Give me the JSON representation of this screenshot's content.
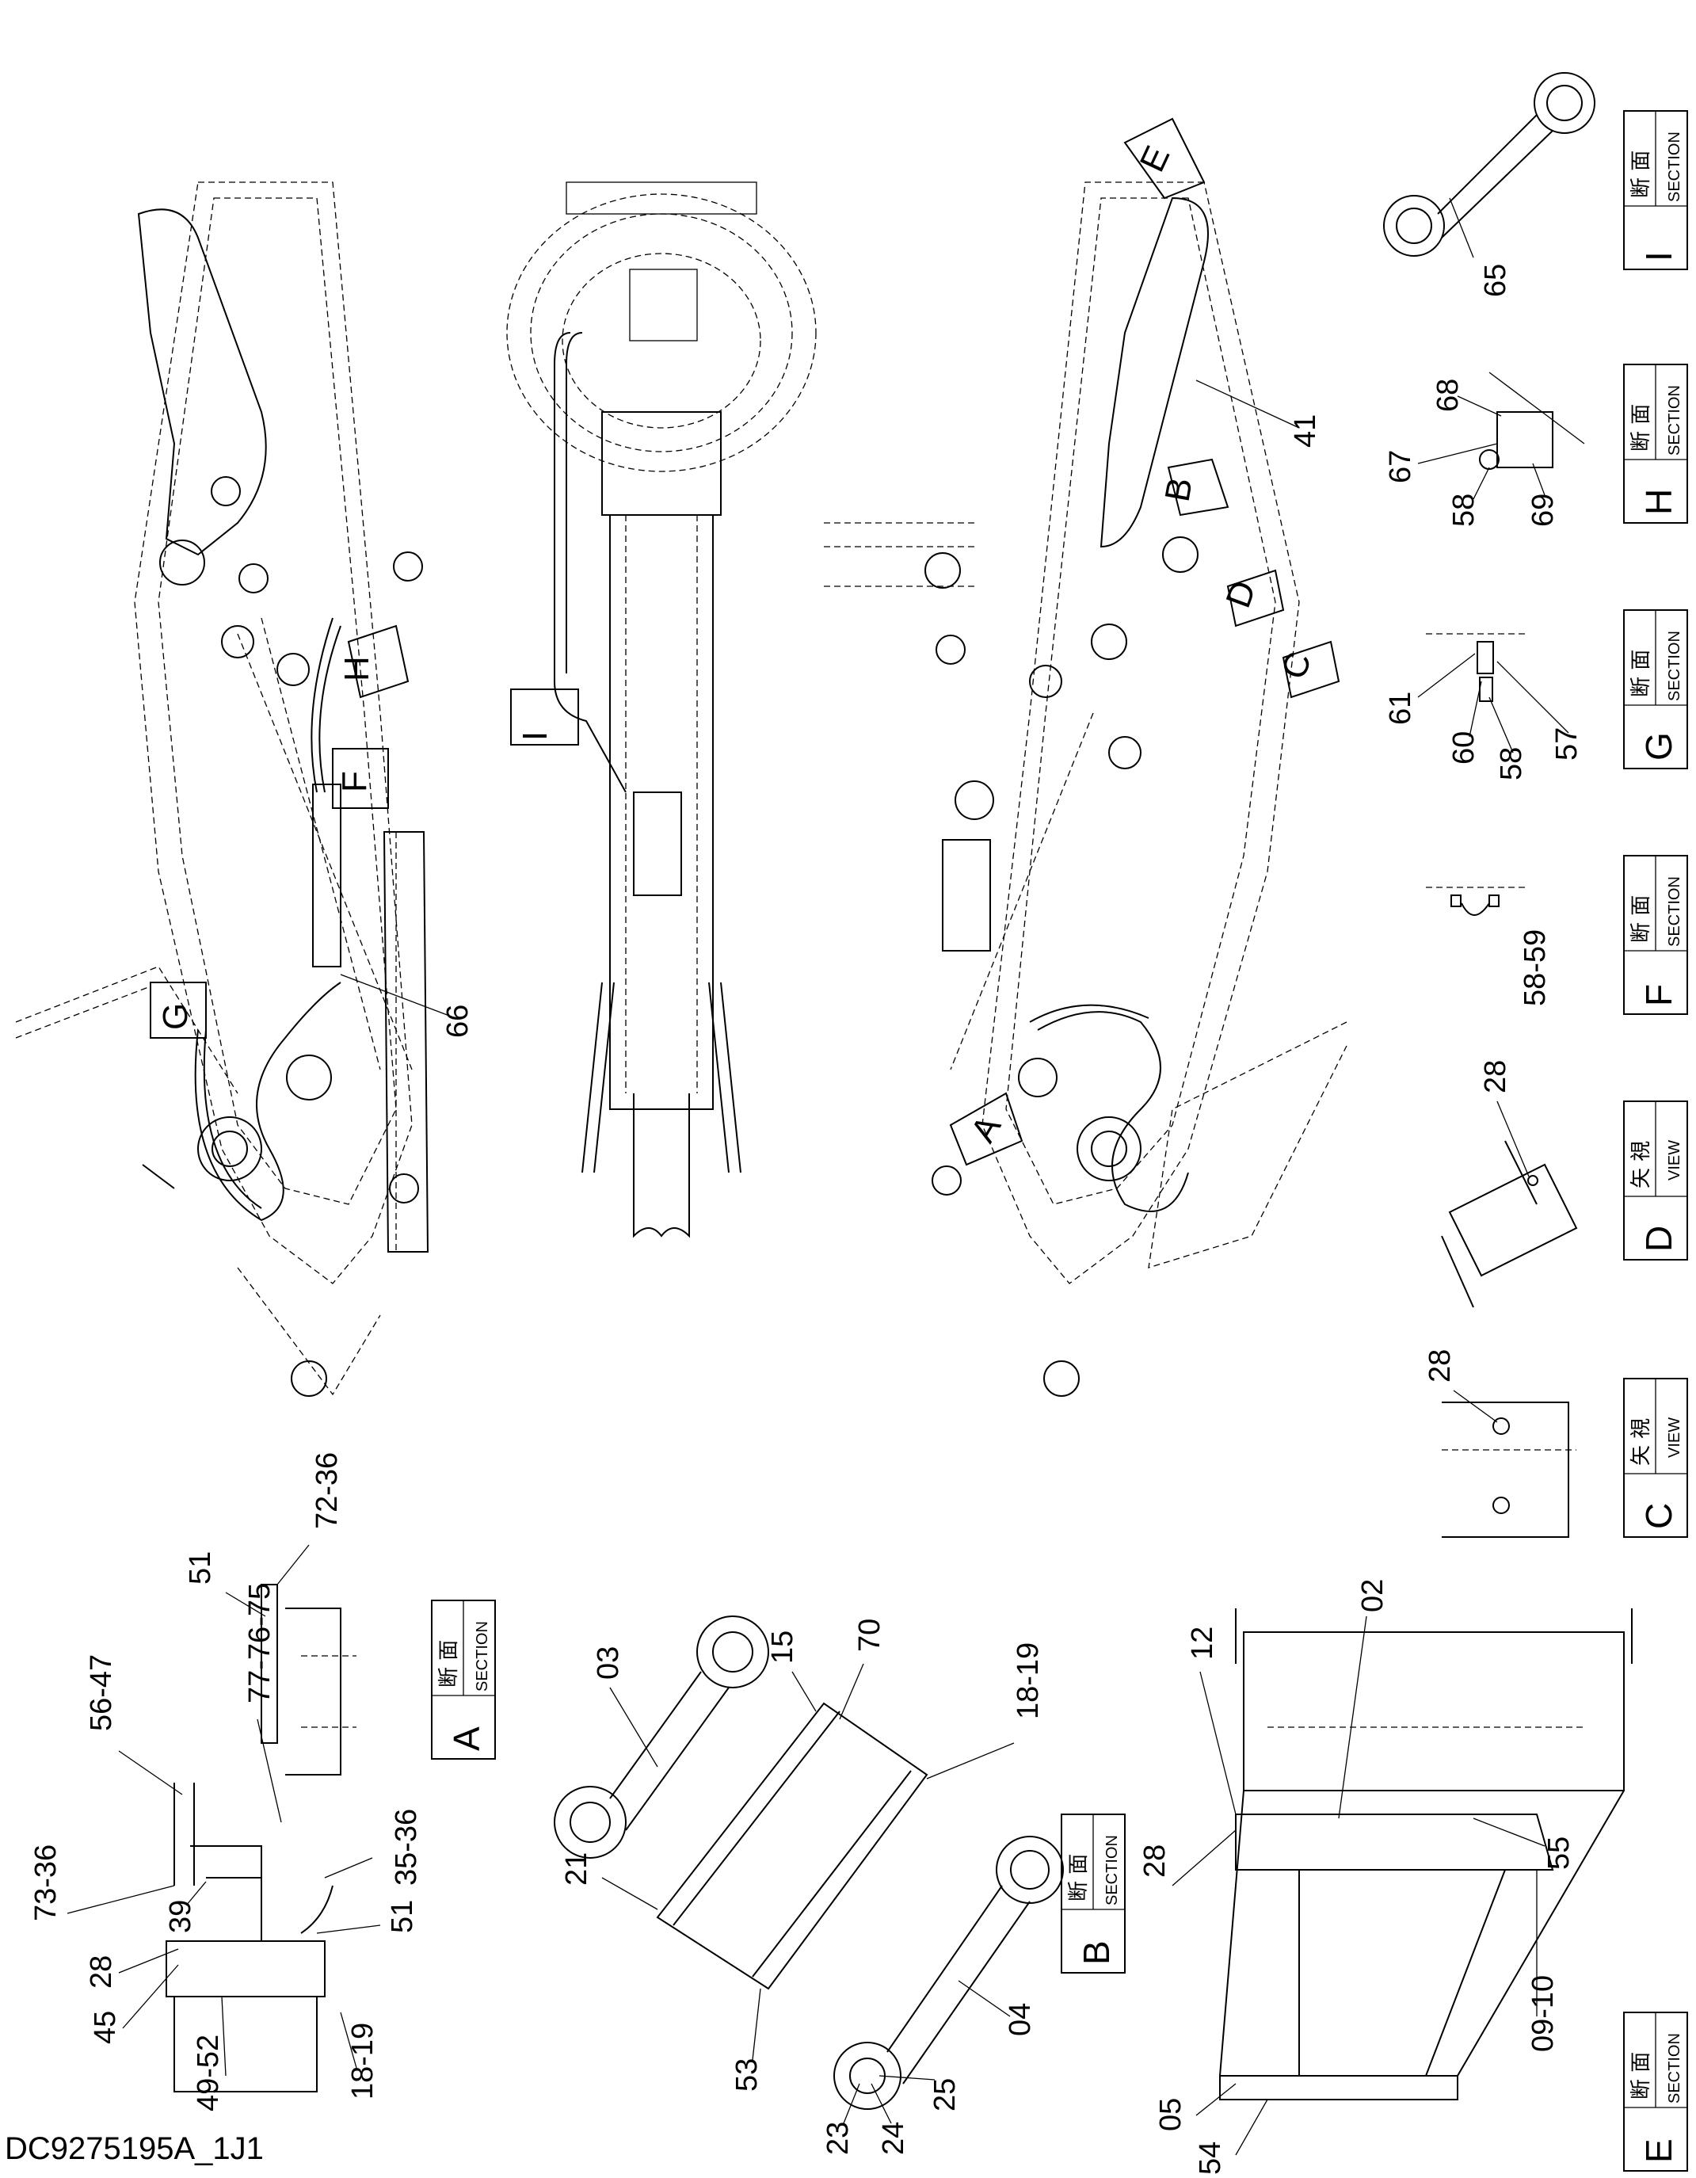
{
  "drawing_number": "DC9275195A_1J1",
  "section_boxes": [
    {
      "id": "I",
      "kanji": "断 面",
      "english": "SECTION",
      "letter": "I"
    },
    {
      "id": "H",
      "kanji": "断 面",
      "english": "SECTION",
      "letter": "H"
    },
    {
      "id": "G",
      "kanji": "断 面",
      "english": "SECTION",
      "letter": "G"
    },
    {
      "id": "F",
      "kanji": "断 面",
      "english": "SECTION",
      "letter": "F"
    },
    {
      "id": "D",
      "kanji": "矢 視",
      "english": "VIEW",
      "letter": "D"
    },
    {
      "id": "C",
      "kanji": "矢 視",
      "english": "VIEW",
      "letter": "C"
    },
    {
      "id": "A",
      "kanji": "断 面",
      "english": "SECTION",
      "letter": "A"
    },
    {
      "id": "B",
      "kanji": "断 面",
      "english": "SECTION",
      "letter": "B"
    },
    {
      "id": "E",
      "kanji": "断 面",
      "english": "SECTION",
      "letter": "E"
    }
  ],
  "view_arrows": [
    "E",
    "B",
    "D",
    "C",
    "H",
    "I",
    "F",
    "G",
    "A"
  ],
  "part_labels": {
    "p65": "65",
    "p68": "68",
    "p67": "67",
    "p58h": "58",
    "p69": "69",
    "p61": "61",
    "p60": "60",
    "p58g": "58",
    "p57": "57",
    "p58_59": "58-59",
    "p28d": "28",
    "p28c": "28",
    "p41": "41",
    "p66": "66",
    "p72_36": "72-36",
    "p51a": "51",
    "p77_76_75": "77-76-75",
    "p56_47": "56-47",
    "p73_36": "73-36",
    "p39": "39",
    "p35_36": "35-36",
    "p51b": "51",
    "p28a": "28",
    "p45": "45",
    "p49_52": "49-52",
    "p18_19a": "18-19",
    "p03": "03",
    "p15": "15",
    "p70": "70",
    "p18_19b": "18-19",
    "p21": "21",
    "p53": "53",
    "p04": "04",
    "p25": "25",
    "p24": "24",
    "p23": "23",
    "p02": "02",
    "p12": "12",
    "p28e": "28",
    "p55": "55",
    "p09_10": "09-10",
    "p05": "05",
    "p54": "54"
  }
}
